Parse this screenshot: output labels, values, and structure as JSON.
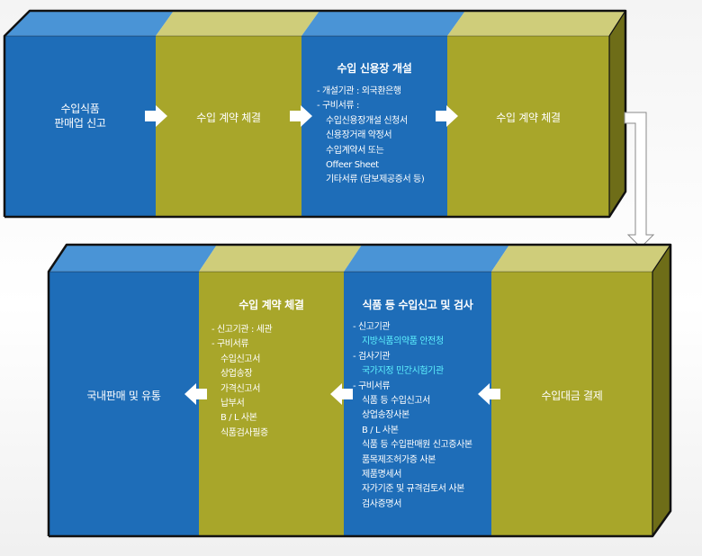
{
  "colors": {
    "blue_front": "#1e6db8",
    "blue_top": "#4a94d6",
    "olive_front": "#a8a62a",
    "olive_top": "#cfcd7a",
    "side": "#6e6d18",
    "highlight": "#5ef3ff",
    "arrow": "#ffffff"
  },
  "row1": {
    "step1": {
      "line1": "수입식품",
      "line2": "판매업 신고"
    },
    "step2": {
      "label": "수입 계약 체결"
    },
    "step3": {
      "title": "수입 신용장 개설",
      "items": [
        "- 개설기관 : 외국환은행",
        "- 구비서류  :",
        "수입신용장개설 신청서",
        "신용장거래 약정서",
        "수입계약서 또는",
        "Offeer Sheet",
        "기타서류 (담보제공증서 등)"
      ]
    },
    "step4": {
      "label": "수입 계약 체결"
    }
  },
  "row2": {
    "step1": {
      "label": "국내판매 및 유통"
    },
    "step2": {
      "title": "수입 계약 체결",
      "items": [
        "- 신고기관  : 세관",
        "- 구비서류",
        "수입신고서",
        "상업송장",
        "가격신고서",
        "납부서",
        "B / L 사본",
        "식품검사필증"
      ]
    },
    "step3": {
      "title": "식품 등 수입신고 및 검사",
      "items": [
        "- 신고기관",
        "지방식품의약품 안전청",
        "- 검사기관",
        "국가지정 민간시험기관",
        "- 구비서류",
        "식품 등 수입신고서",
        "상업송장사본",
        "B / L 사본",
        "식품 등 수입판매원 신고증사본",
        "품목제조허가증 사본",
        "제품명세서",
        "자가기준 및 규격검토서 사본",
        "검사증명서"
      ]
    },
    "step4": {
      "label": "수입대금 결제"
    }
  }
}
